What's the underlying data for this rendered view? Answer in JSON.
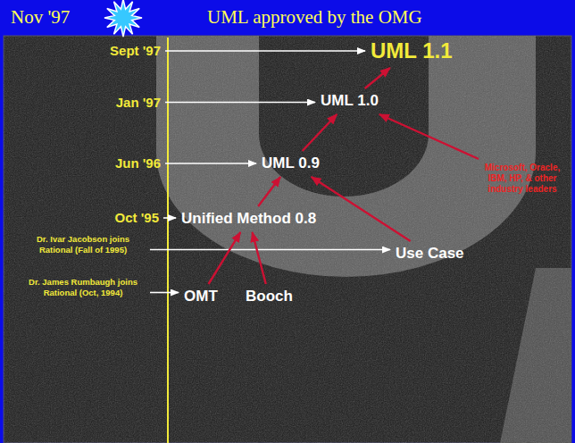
{
  "diagram": {
    "title": "UML approved by the OMG",
    "nodes": [
      {
        "text": [
          "Sept '97"
        ]
      },
      {
        "text": [
          "UML 1.1"
        ]
      },
      {
        "text": [
          "Jan '97"
        ]
      },
      {
        "text": [
          "UML 1.0"
        ]
      },
      {
        "text": [
          "Jun '96"
        ]
      },
      {
        "text": [
          "UML 0.9"
        ]
      },
      {
        "text": [
          "Microsoft, Oracle, IBM, HP, & other industry leaders"
        ]
      },
      {
        "text": [
          "Oct '95"
        ]
      },
      {
        "text": [
          "Unified Method 0.8"
        ]
      },
      {
        "text": [
          "Dr. Ivar Jacobson joins Rational (Fall of 1995)"
        ]
      },
      {
        "text": [
          "Use Case"
        ]
      },
      {
        "text": [
          "Dr. James Rumbaugh joins Rational (Oct, 1994)"
        ]
      },
      {
        "text": [
          "OMT"
        ]
      },
      {
        "text": [
          "Booch"
        ]
      }
    ],
    "edges": [
      {
        "from": 0,
        "to": 1,
        "arrow": "to"
      },
      {
        "from": 2,
        "to": 3,
        "arrow": "to"
      },
      {
        "from": 4,
        "to": 5,
        "arrow": "to"
      },
      {
        "from": 7,
        "to": 8,
        "arrow": "to"
      },
      {
        "from": 9,
        "to": 10,
        "arrow": "to"
      },
      {
        "from": 11,
        "to": 12,
        "arrow": "to"
      },
      {
        "from": 12,
        "to": 8,
        "arrow": "to"
      },
      {
        "from": 13,
        "to": 8,
        "arrow": "to"
      },
      {
        "from": 8,
        "to": 5,
        "arrow": "to"
      },
      {
        "from": 10,
        "to": 5,
        "arrow": "to"
      },
      {
        "from": 5,
        "to": 3,
        "arrow": "to"
      },
      {
        "from": 3,
        "to": 1,
        "arrow": "to"
      },
      {
        "from": 6,
        "to": 3,
        "arrow": "to"
      }
    ],
    "labels": [
      "Nov '97"
    ]
  }
}
